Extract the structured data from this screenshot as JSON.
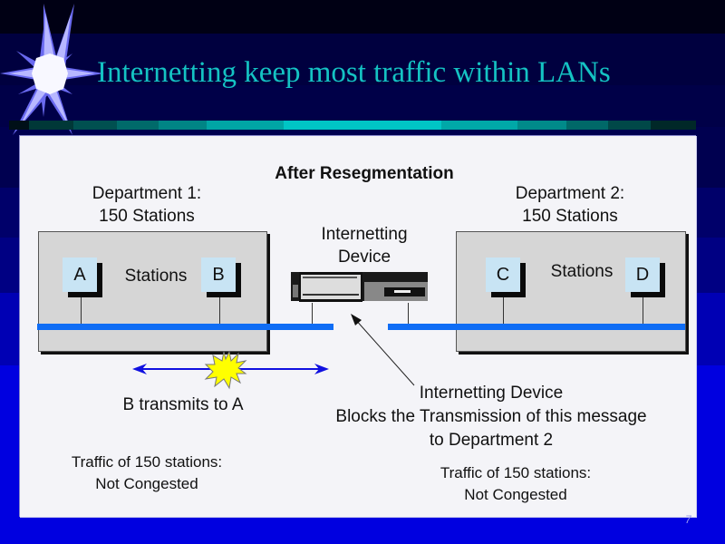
{
  "slide": {
    "title": "Internetting keep most traffic within LANs",
    "page_number": "7",
    "accent_title_color": "#14c3c3",
    "background_color": "#0000e0"
  },
  "diagram": {
    "heading": "After Resegmentation",
    "department_1": {
      "name": "Department 1:",
      "count": "150 Stations",
      "stations_label": "Stations",
      "stations": [
        "A",
        "B"
      ],
      "traffic_line1": "Traffic of 150 stations:",
      "traffic_line2": "Not Congested"
    },
    "department_2": {
      "name": "Department 2:",
      "count": "150 Stations",
      "stations_label": "Stations",
      "stations": [
        "C",
        "D"
      ],
      "traffic_line1": "Traffic of 150 stations:",
      "traffic_line2": "Not Congested"
    },
    "device": {
      "label_line1": "Internetting",
      "label_line2": "Device",
      "icon": "router-icon"
    },
    "transmission_label": "B transmits to A",
    "callout": {
      "line1": "Internetting Device",
      "line2": "Blocks the Transmission of this message",
      "line3": "to Department 2"
    },
    "lan_color": "#0f6df5",
    "arrow_color": "#1010e0",
    "collision_color": "#ffff00"
  }
}
